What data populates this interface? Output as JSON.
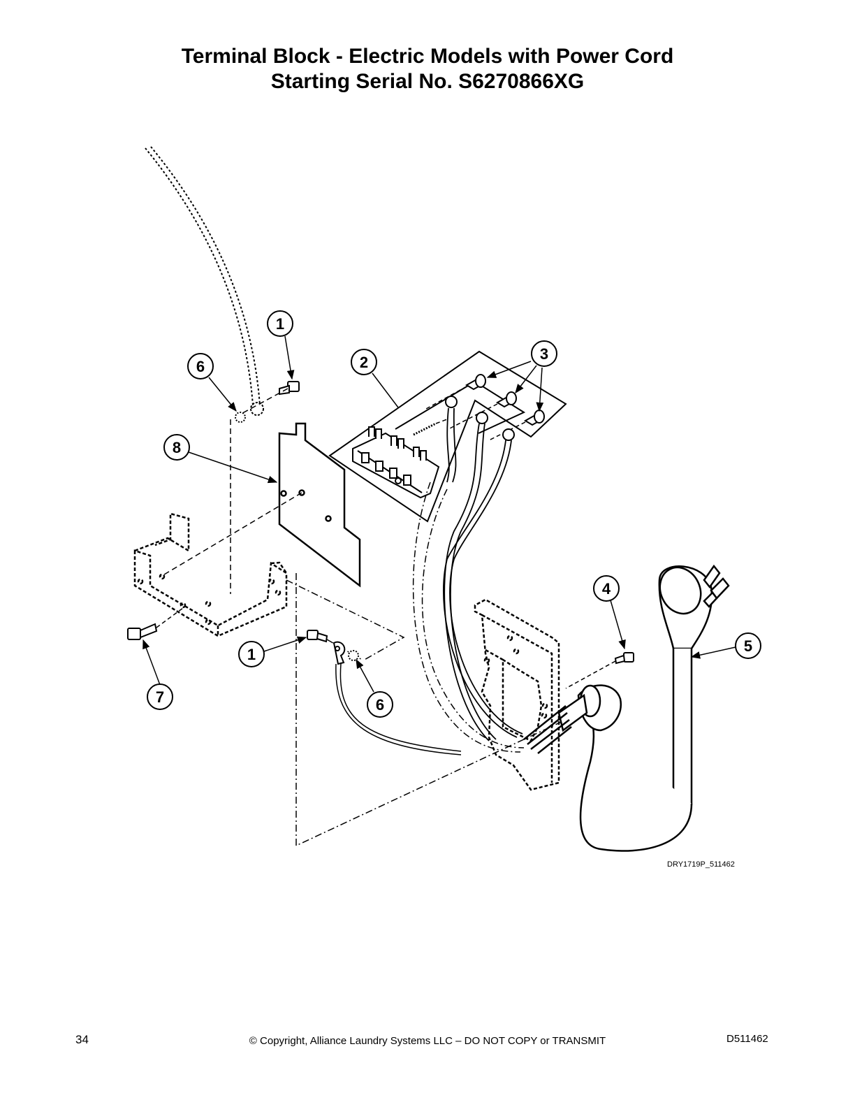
{
  "header": {
    "title_line1": "Terminal Block - Electric Models with Power Cord",
    "title_line2": "Starting Serial No. S6270866XG"
  },
  "diagram": {
    "callouts": {
      "c1_top": "1",
      "c6_top": "6",
      "c2": "2",
      "c3": "3",
      "c8": "8",
      "c4": "4",
      "c5": "5",
      "c1_bottom": "1",
      "c7": "7",
      "c6_bottom": "6"
    },
    "drawing_code": "DRY1719P_511462"
  },
  "footer": {
    "page_number": "34",
    "copyright": "© Copyright, Alliance Laundry Systems LLC – DO NOT COPY or TRANSMIT",
    "document_number": "D511462"
  }
}
